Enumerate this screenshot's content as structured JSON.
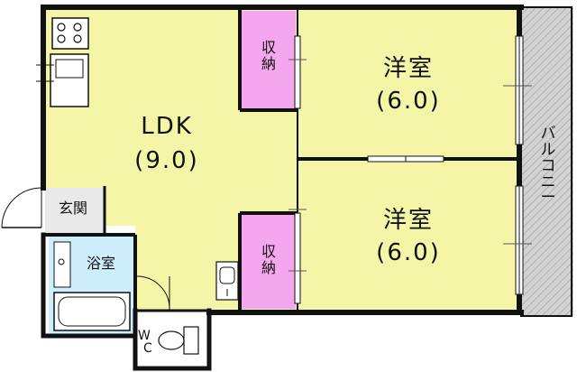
{
  "rooms": {
    "ldk": {
      "name": "LDK",
      "size": "(9.0)"
    },
    "bedroom1": {
      "name": "洋室",
      "size": "(6.0)"
    },
    "bedroom2": {
      "name": "洋室",
      "size": "(6.0)"
    },
    "closet1": {
      "line1": "収",
      "line2": "納"
    },
    "closet2": {
      "line1": "収",
      "line2": "納"
    },
    "entrance": "玄関",
    "bath": "浴室",
    "wc_w": "W",
    "wc_c": "C",
    "balcony": [
      "バ",
      "ル",
      "コ",
      "ニ",
      "ー"
    ]
  },
  "colors": {
    "floor": "#f5f5a8",
    "closet": "#f4a6ee",
    "bath": "#cdeefa",
    "balcony": "#cccccc",
    "wall": "#111111",
    "entrance_floor": "#e9e9e9"
  }
}
